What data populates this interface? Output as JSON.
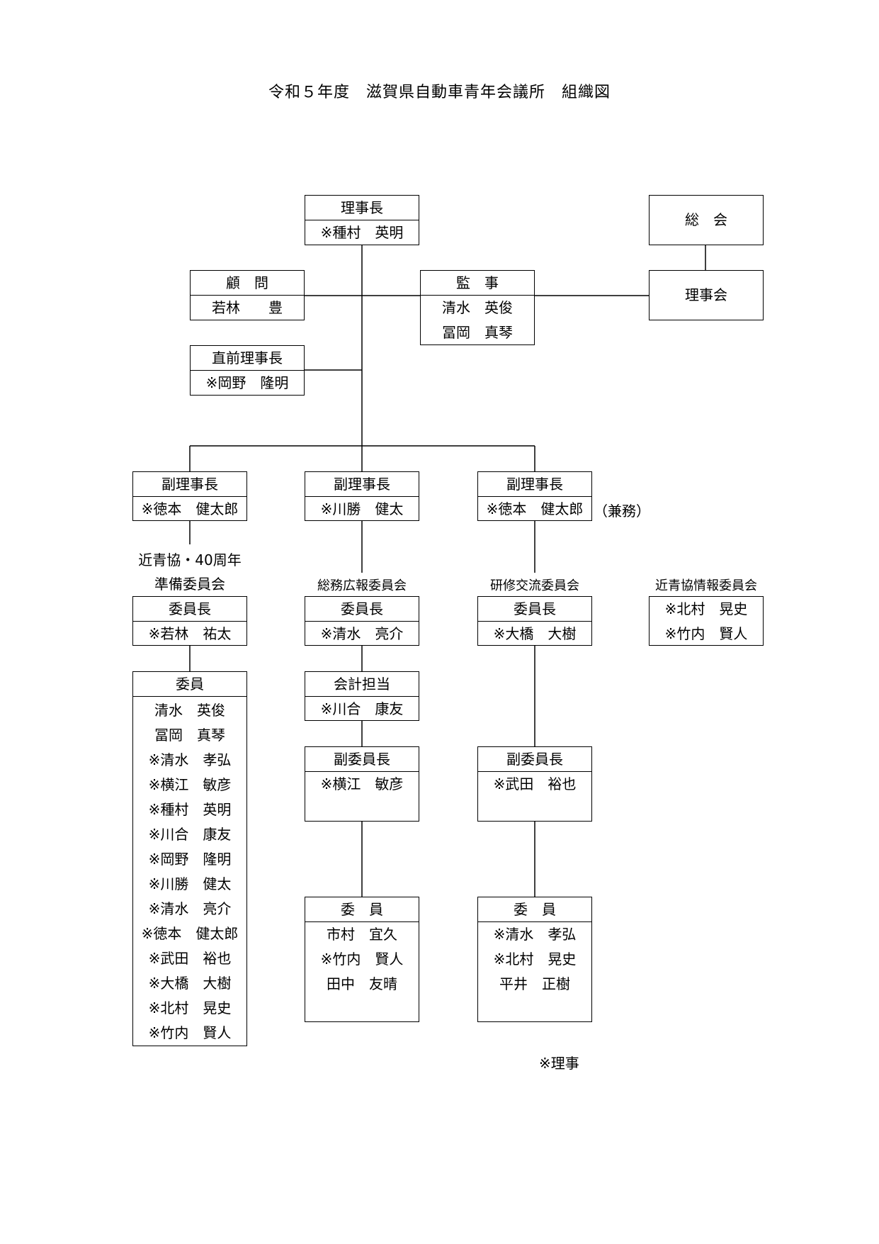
{
  "title": "令和５年度　滋賀県自動車青年会議所　組織図",
  "boxes": {
    "rijicho": {
      "header": "理事長",
      "members": [
        "※種村　英明"
      ]
    },
    "sokai": {
      "label": "総　会"
    },
    "rijikai": {
      "label": "理事会"
    },
    "komon": {
      "header": "顧　問",
      "members": [
        "若林　　豊"
      ]
    },
    "kanji": {
      "header": "監　事",
      "members": [
        "清水　英俊",
        "冨岡　真琴"
      ]
    },
    "chokuzen": {
      "header": "直前理事長",
      "members": [
        "※岡野　隆明"
      ]
    },
    "vp1": {
      "header": "副理事長",
      "members": [
        "※徳本　健太郎"
      ]
    },
    "vp2": {
      "header": "副理事長",
      "members": [
        "※川勝　健太"
      ]
    },
    "vp3": {
      "header": "副理事長",
      "members": [
        "※徳本　健太郎"
      ],
      "note": "（兼務）"
    },
    "c1_chair": {
      "header": "委員長",
      "members": [
        "※若林　祐太"
      ]
    },
    "c2_chair": {
      "header": "委員長",
      "members": [
        "※清水　亮介"
      ]
    },
    "c3_chair": {
      "header": "委員長",
      "members": [
        "※大橋　大樹"
      ]
    },
    "c4": {
      "members": [
        "※北村　晃史",
        "※竹内　賢人"
      ]
    },
    "c1_members": {
      "header": "委員",
      "members": [
        "清水　英俊",
        "冨岡　真琴",
        "※清水　孝弘",
        "※横江　敏彦",
        "※種村　英明",
        "※川合　康友",
        "※岡野　隆明",
        "※川勝　健太",
        "※清水　亮介",
        "※徳本　健太郎",
        "※武田　裕也",
        "※大橋　大樹",
        "※北村　晃史",
        "※竹内　賢人"
      ]
    },
    "kaikei": {
      "header": "会計担当",
      "members": [
        "※川合　康友"
      ]
    },
    "c2_vice": {
      "header": "副委員長",
      "members": [
        "※横江　敏彦"
      ]
    },
    "c3_vice": {
      "header": "副委員長",
      "members": [
        "※武田　裕也"
      ]
    },
    "c2_members": {
      "header": "委　員",
      "members": [
        "市村　宜久",
        "※竹内　賢人",
        "田中　友晴"
      ]
    },
    "c3_members": {
      "header": "委　員",
      "members": [
        "※清水　孝弘",
        "※北村　晃史",
        "平井　正樹"
      ]
    }
  },
  "committees": {
    "c1_line1": "近青協・40周年",
    "c1_line2": "準備委員会",
    "c2": "総務広報委員会",
    "c3": "研修交流委員会",
    "c4": "近青協情報委員会"
  },
  "legend": "※理事"
}
